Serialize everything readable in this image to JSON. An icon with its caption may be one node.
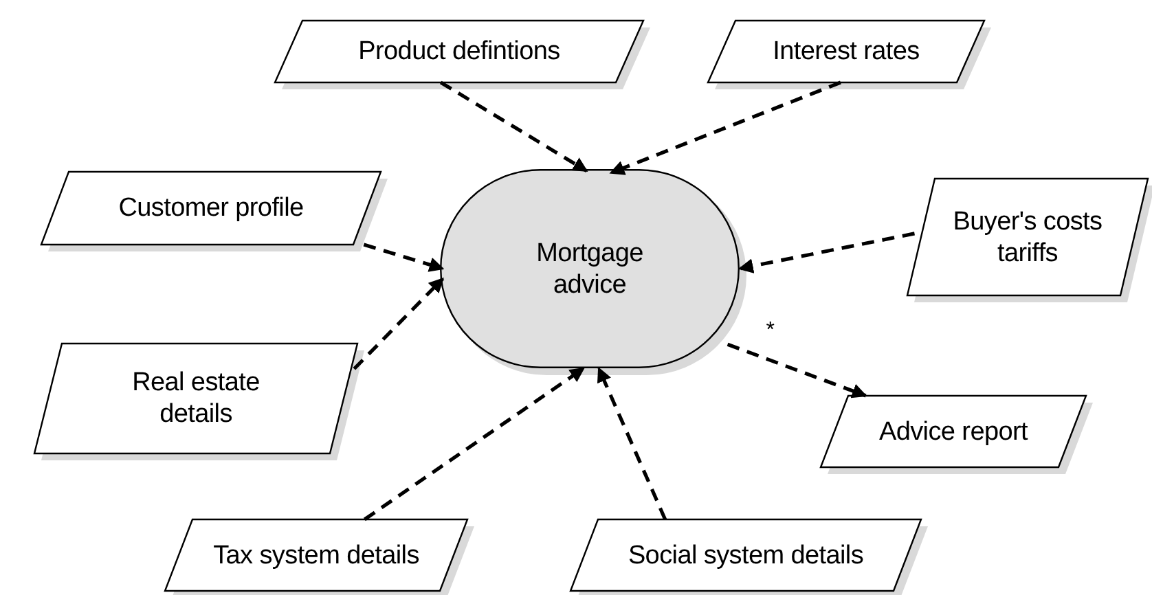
{
  "diagram": {
    "nodes": [
      {
        "text": [
          "Product defintions"
        ]
      },
      {
        "text": [
          "Interest rates"
        ]
      },
      {
        "text": [
          "Customer profile"
        ]
      },
      {
        "text": [
          "Mortgage advice"
        ]
      },
      {
        "text": [
          "Buyer's costs tariffs"
        ]
      },
      {
        "text": [
          "Real estate details"
        ]
      },
      {
        "text": [
          "Advice report"
        ]
      },
      {
        "text": [
          "Tax system details"
        ]
      },
      {
        "text": [
          "Social system details"
        ]
      }
    ],
    "edges": [
      {
        "from": 0,
        "to": 3,
        "arrow": "to",
        "style": "dashed"
      },
      {
        "from": 1,
        "to": 3,
        "arrow": "to",
        "style": "dashed"
      },
      {
        "from": 2,
        "to": 3,
        "arrow": "to",
        "style": "dashed"
      },
      {
        "from": 4,
        "to": 3,
        "arrow": "to",
        "style": "dashed"
      },
      {
        "from": 5,
        "to": 3,
        "arrow": "to",
        "style": "dashed"
      },
      {
        "from": 3,
        "to": 6,
        "arrow": "to",
        "style": "dashed",
        "label": "*"
      },
      {
        "from": 7,
        "to": 3,
        "arrow": "to",
        "style": "dashed"
      },
      {
        "from": 8,
        "to": 3,
        "arrow": "to",
        "style": "dashed"
      }
    ]
  }
}
